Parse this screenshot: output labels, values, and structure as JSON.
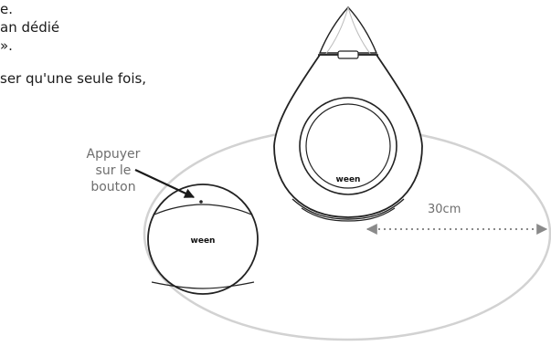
{
  "instructions": {
    "line1": "e.",
    "line2": "an dédié",
    "line3": "».",
    "line4": "ser qu'une seule fois,"
  },
  "press_label": {
    "line1": "Appuyer",
    "line2": "sur le bouton"
  },
  "distance_label": "30cm",
  "device_logo": "ween",
  "button_logo": "ween"
}
